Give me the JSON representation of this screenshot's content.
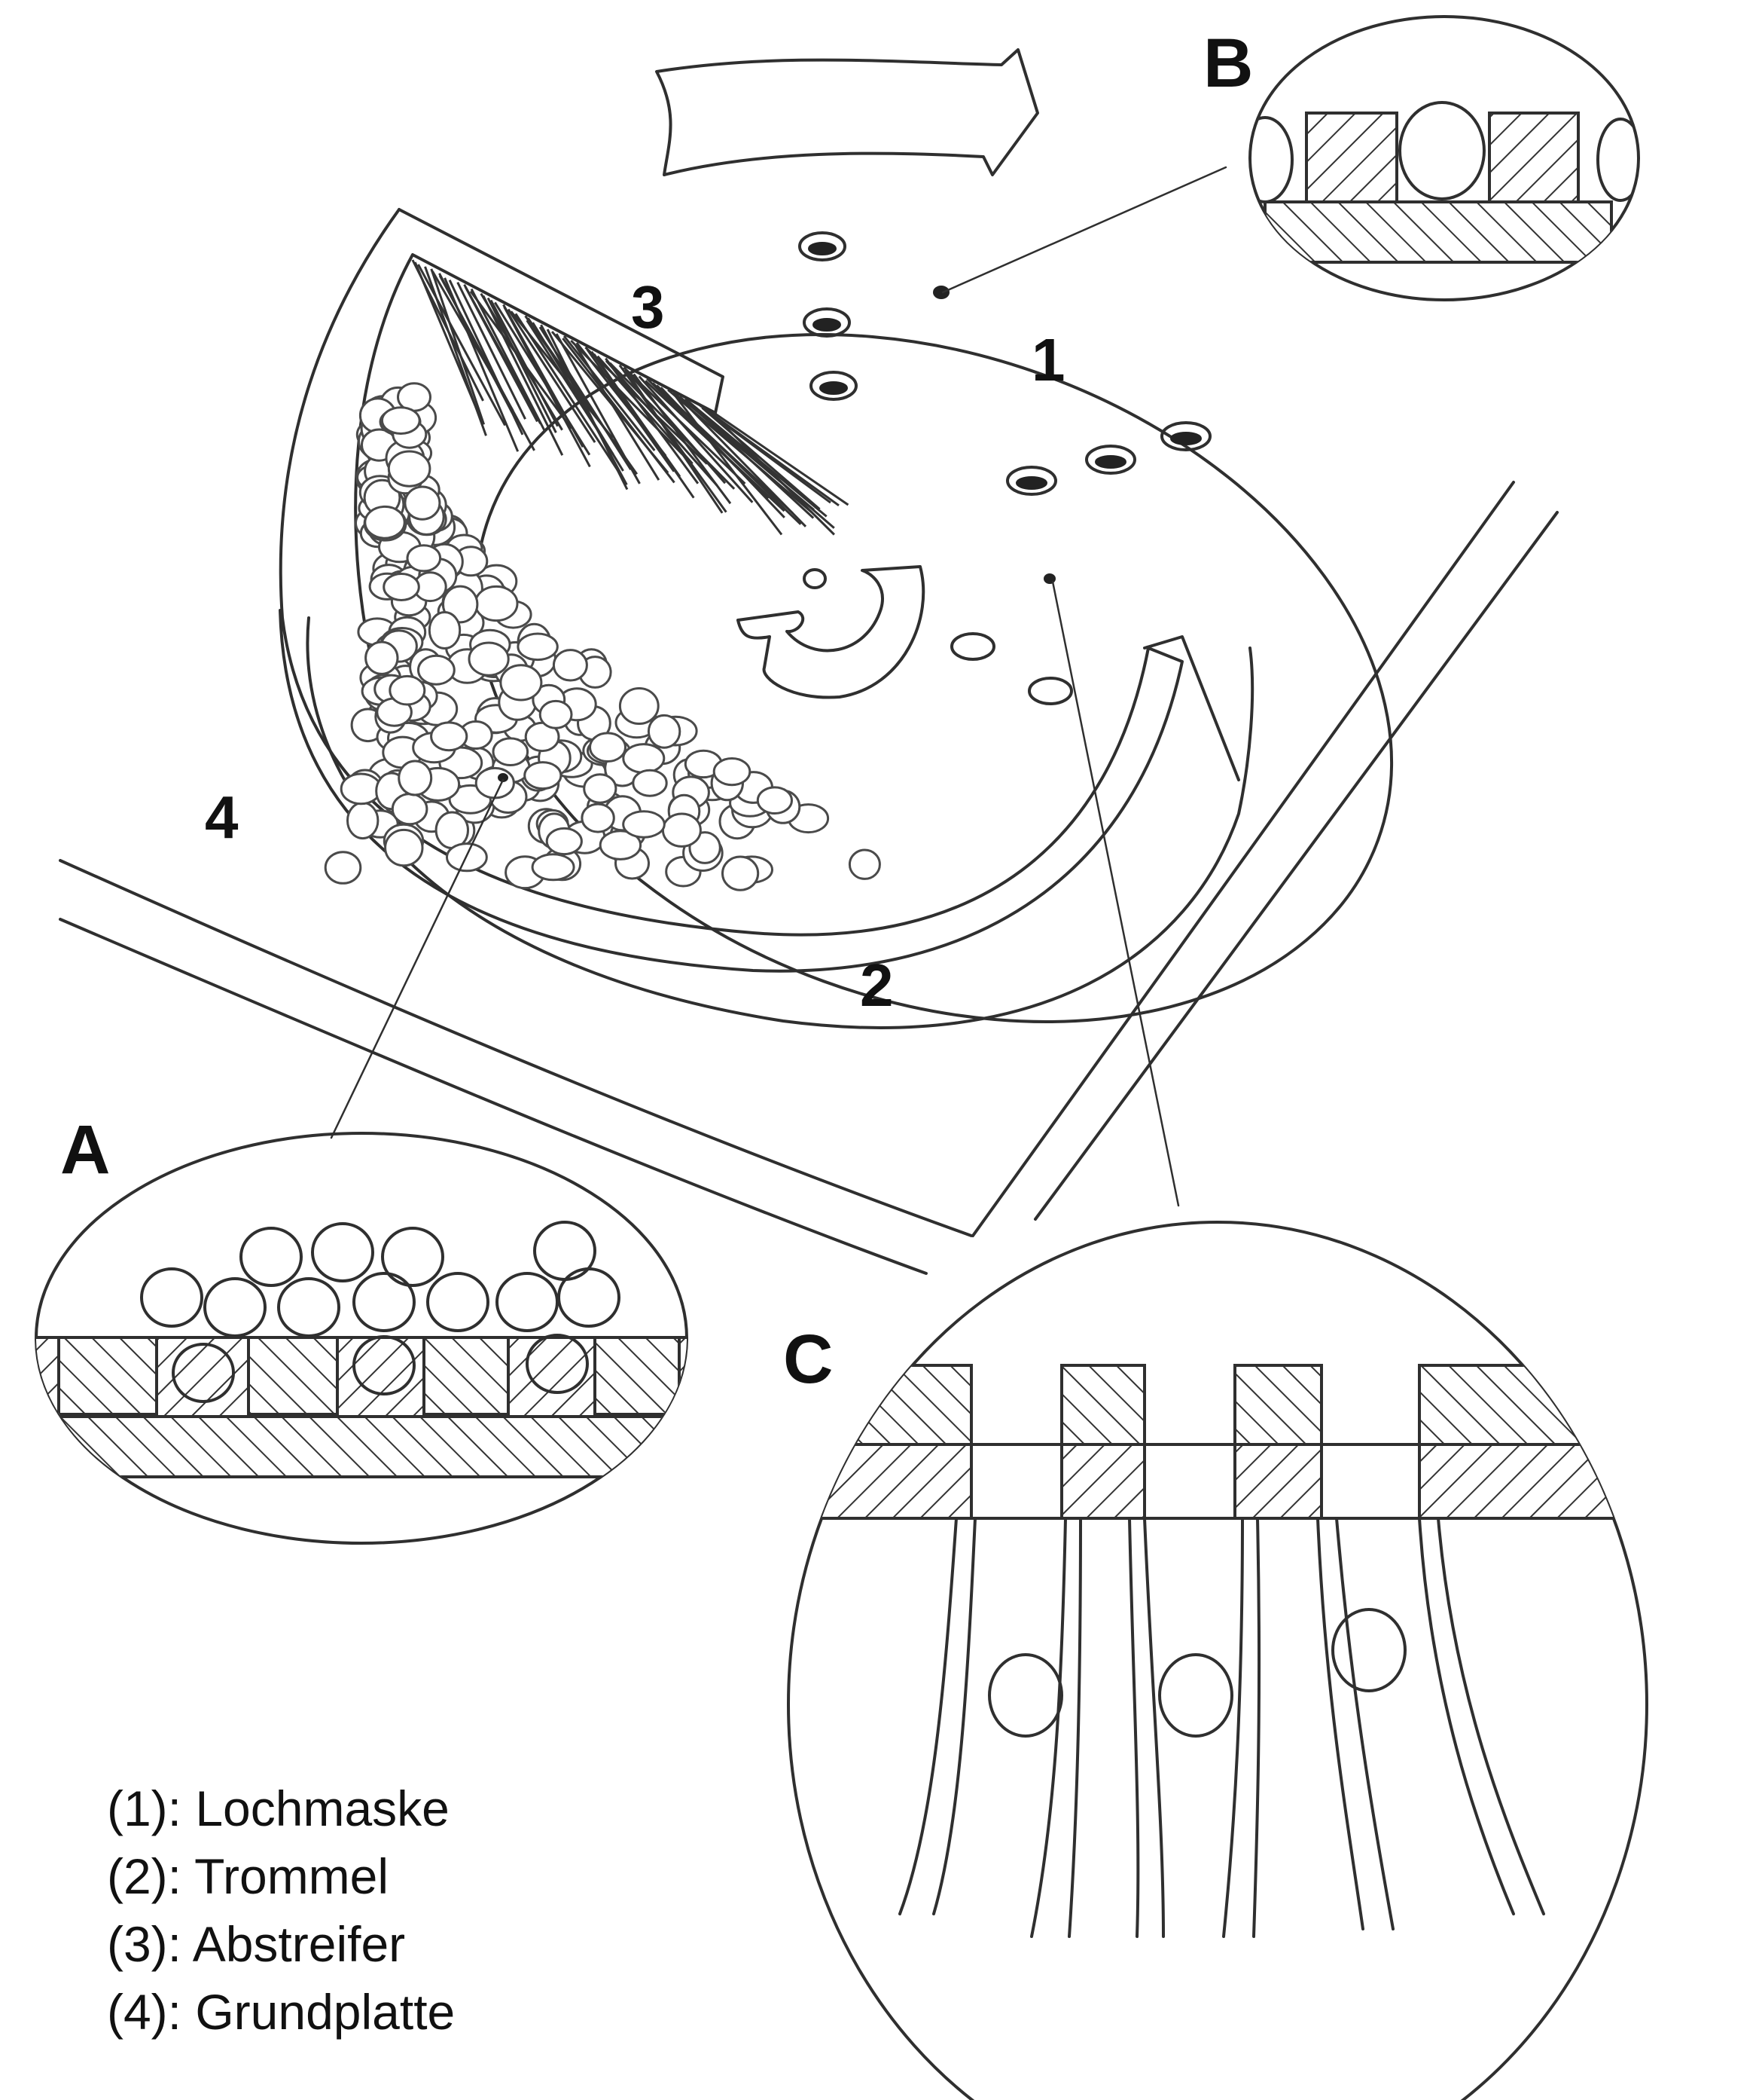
{
  "labels": {
    "part_1": "1",
    "part_2": "2",
    "part_3": "3",
    "part_4": "4",
    "detail_a": "A",
    "detail_b": "B",
    "detail_c": "C"
  },
  "legend": [
    {
      "key": "(1):",
      "text": "Lochmaske"
    },
    {
      "key": "(2):",
      "text": "Trommel"
    },
    {
      "key": "(3):",
      "text": "Abstreifer"
    },
    {
      "key": "(4):",
      "text": "Grundplatte"
    }
  ]
}
